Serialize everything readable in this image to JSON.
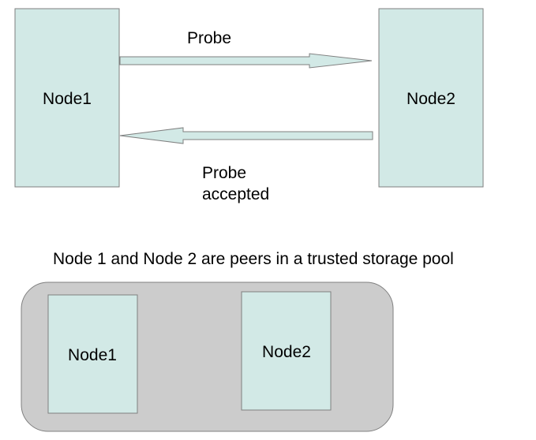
{
  "top": {
    "left_node": "Node1",
    "right_node": "Node2",
    "forward_arrow_label": "Probe",
    "return_arrow_label_line1": "Probe",
    "return_arrow_label_line2": "accepted"
  },
  "caption": "Node 1 and Node 2 are peers in a trusted storage pool",
  "pool": {
    "left_node": "Node1",
    "right_node": "Node2"
  },
  "colors": {
    "node_fill": "#d2e9e6",
    "node_stroke": "#7f7f7f",
    "arrow_fill": "#d2e9e6",
    "arrow_stroke": "#7f7f7f",
    "pool_fill": "#cccccc",
    "pool_stroke": "#808080"
  }
}
